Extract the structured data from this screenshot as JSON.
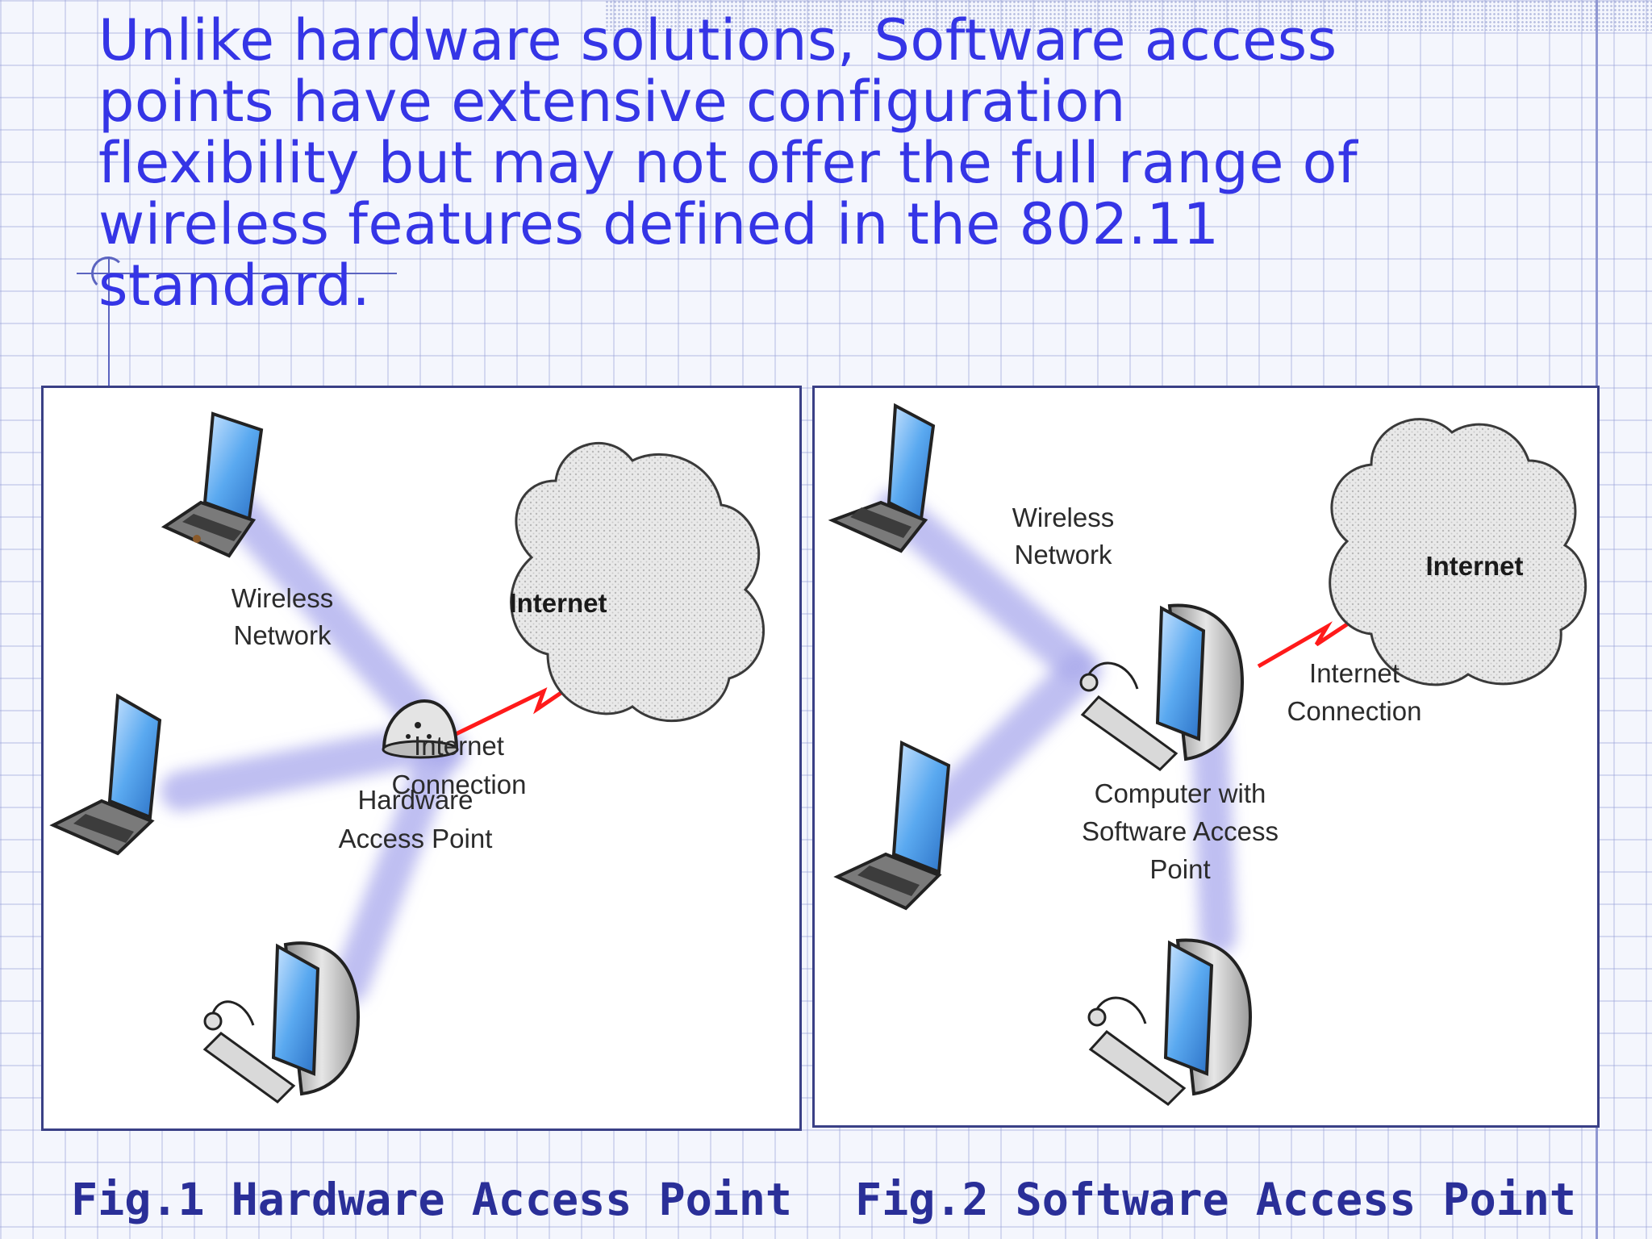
{
  "heading": {
    "lines": [
      "Unlike hardware solutions, Software access",
      "points have extensive configuration",
      "flexibility but may not offer the full range of",
      "wireless features defined in the 802.11",
      "standard."
    ]
  },
  "figure1": {
    "caption": "Fig.1 Hardware Access Point",
    "labels": {
      "wireless_network": [
        "Wireless",
        "Network"
      ],
      "internet": "Internet",
      "internet_connection": [
        "Internet",
        "Connection"
      ],
      "access_point": [
        "Hardware",
        "Access Point"
      ]
    }
  },
  "figure2": {
    "caption": "Fig.2 Software Access Point",
    "labels": {
      "wireless_network": [
        "Wireless",
        "Network"
      ],
      "internet": "Internet",
      "internet_connection": [
        "Internet",
        "Connection"
      ],
      "access_point": [
        "Computer with",
        "Software Access",
        "Point"
      ]
    }
  },
  "colors": {
    "heading_text": "#3535e6",
    "caption_text": "#2a2f98",
    "wireless_beam": "#a9a9ec",
    "internet_link": "#ff1a1a",
    "screen": "#5aa9f0"
  },
  "icons": [
    "laptop-icon",
    "desktop-computer-icon",
    "cloud-icon",
    "access-point-icon",
    "keyboard-icon"
  ]
}
